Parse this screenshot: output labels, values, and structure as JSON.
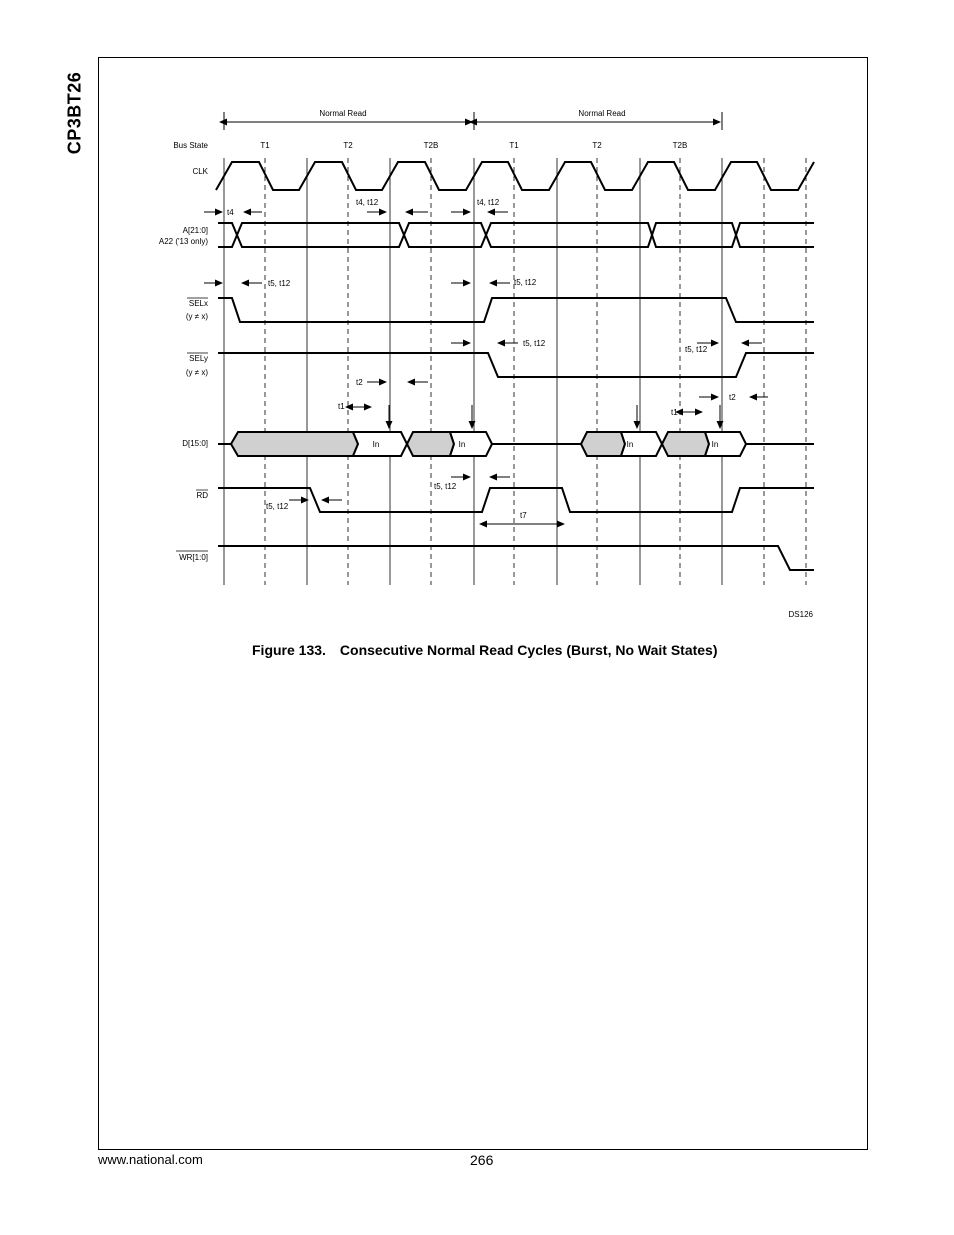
{
  "side_title": "CP3BT26",
  "diagram": {
    "phases": [
      "Normal Read",
      "Normal Read"
    ],
    "bus_state_label": "Bus State",
    "bus_states": [
      "T1",
      "T2",
      "T2B",
      "T1",
      "T2",
      "T2B"
    ],
    "signals": {
      "clk": "CLK",
      "addr_1": "A[21:0]",
      "addr_2": "A22 ('13 only)",
      "selx": "SELx",
      "selx_cond": "(y ≠ x)",
      "sely": "SELy",
      "sely_cond": "(y ≠ x)",
      "data": "D[15:0]",
      "rd": "RD",
      "wr": "WR[1:0]"
    },
    "data_in_label": "In",
    "timing_labels": {
      "t4": "t4",
      "t4_t12": "t4, t12",
      "t5_t12": "t5, t12",
      "t2": "t2",
      "t1": "t1",
      "t7": "t7"
    },
    "diagram_id": "DS126"
  },
  "caption": {
    "number": "Figure 133.",
    "title": "Consecutive Normal Read Cycles (Burst, No Wait States)"
  },
  "footer": {
    "url": "www.national.com",
    "page": "266"
  }
}
